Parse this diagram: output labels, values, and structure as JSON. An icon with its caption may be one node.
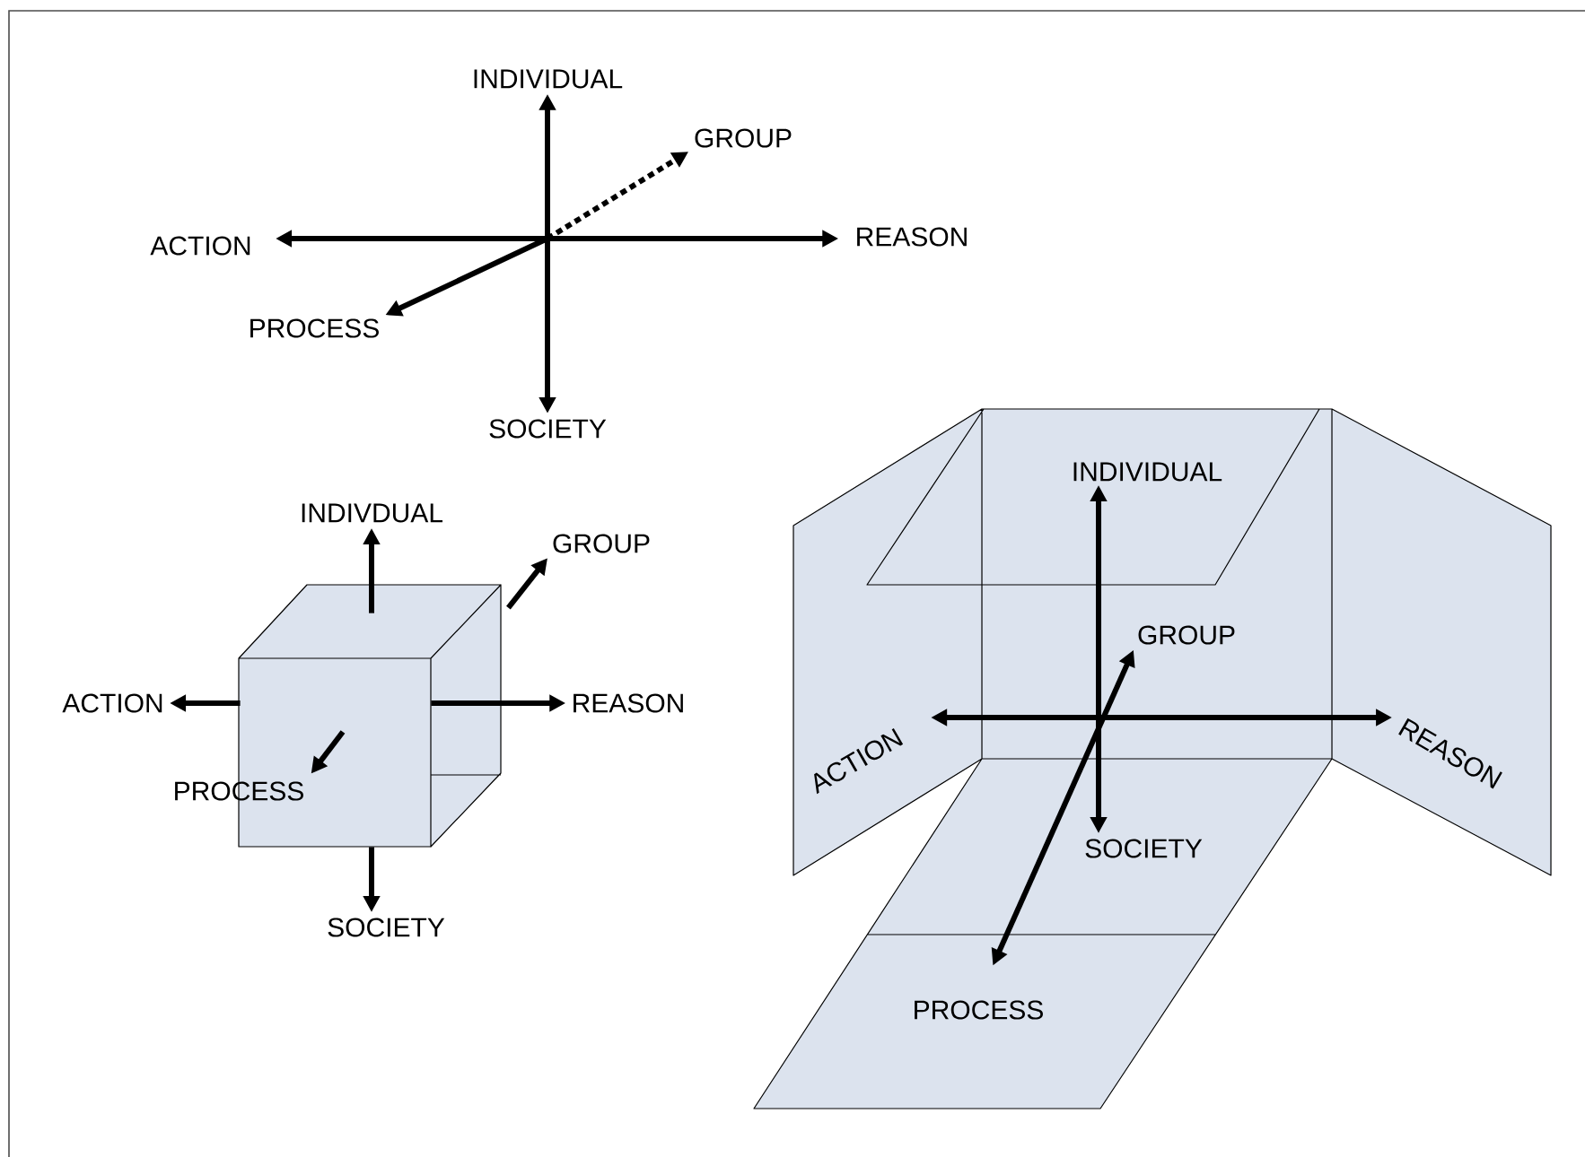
{
  "diagram": {
    "nodes": [
      {
        "text": [
          "INDIVIDUAL"
        ]
      },
      {
        "text": [
          "GROUP"
        ]
      },
      {
        "text": [
          "ACTION"
        ]
      },
      {
        "text": [
          "REASON"
        ]
      },
      {
        "text": [
          "PROCESS"
        ]
      },
      {
        "text": [
          "SOCIETY"
        ]
      },
      {
        "text": [
          "INDIVDUAL"
        ]
      },
      {
        "text": [
          "GROUP"
        ]
      },
      {
        "text": [
          "ACTION"
        ]
      },
      {
        "text": [
          "REASON"
        ]
      },
      {
        "text": [
          "PROCESS"
        ]
      },
      {
        "text": [
          "SOCIETY"
        ]
      },
      {
        "text": [
          "INDIVIDUAL"
        ]
      },
      {
        "text": [
          "GROUP"
        ]
      },
      {
        "text": [
          "ACTION"
        ]
      },
      {
        "text": [
          "REASON"
        ]
      },
      {
        "text": [
          "SOCIETY"
        ]
      },
      {
        "text": [
          "PROCESS"
        ]
      },
      {
        "text": [],
        "shape": "box"
      }
    ],
    "edges": [
      {
        "from": 18,
        "to": 6,
        "arrow": "to"
      },
      {
        "from": 18,
        "to": 7,
        "arrow": "to"
      },
      {
        "from": 18,
        "to": 8,
        "arrow": "to"
      },
      {
        "from": 18,
        "to": 9,
        "arrow": "to"
      },
      {
        "from": 18,
        "to": 10,
        "arrow": "to"
      },
      {
        "from": 18,
        "to": 11,
        "arrow": "to"
      },
      {
        "from": 5,
        "to": 0,
        "arrow": "both"
      },
      {
        "from": 2,
        "to": 3,
        "arrow": "both"
      },
      {
        "from": null,
        "to": 1,
        "arrow": "to",
        "style": "dashed"
      },
      {
        "from": null,
        "to": 4,
        "arrow": "to"
      },
      {
        "from": 14,
        "to": 15,
        "arrow": "both"
      },
      {
        "from": 16,
        "to": 12,
        "arrow": "both"
      },
      {
        "from": 17,
        "to": 13,
        "arrow": "both"
      }
    ]
  }
}
